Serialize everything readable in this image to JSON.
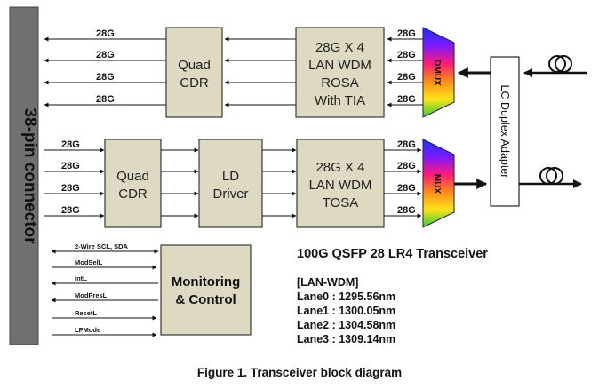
{
  "connector": {
    "label": "38-pin connector"
  },
  "rx_cdr": {
    "line1": "Quad",
    "line2": "CDR"
  },
  "rosa": {
    "line1": "28G X 4",
    "line2": "LAN WDM",
    "line3": "ROSA",
    "line4": "With TIA"
  },
  "dmux": {
    "label": "DMUX"
  },
  "tx_cdr": {
    "line1": "Quad",
    "line2": "CDR"
  },
  "ld_driver": {
    "line1": "LD",
    "line2": "Driver"
  },
  "tosa": {
    "line1": "28G X 4",
    "line2": "LAN WDM",
    "line3": "TOSA"
  },
  "mux": {
    "label": "MUX"
  },
  "adapter": {
    "label": "LC Duplex Adapter"
  },
  "monitoring": {
    "line1": "Monitoring",
    "line2": "& Control"
  },
  "lane_rate": "28G",
  "control_signals": [
    "2-Wire SCL, SDA",
    "ModSelL",
    "IntL",
    "ModPresL",
    "ResetL",
    "LPMode"
  ],
  "transceiver": {
    "title": "100G QSFP 28 LR4 Transceiver",
    "grid": "[LAN-WDM]",
    "lanes": [
      "Lane0 : 1295.56nm",
      "Lane1 : 1300.05nm",
      "Lane2 : 1304.58nm",
      "Lane3 : 1309.14nm"
    ]
  },
  "caption": "Figure 1. Transceiver block diagram",
  "colors": {
    "connector": "#707070",
    "block_fill": "#ddd9c3",
    "block_stroke": "#3a3a3a",
    "line": "#111111"
  }
}
